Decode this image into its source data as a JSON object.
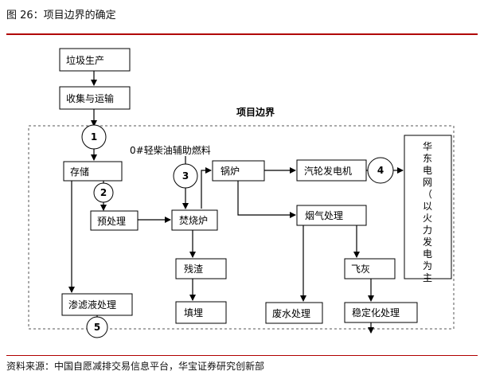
{
  "header": {
    "title": "图 26：项目边界的确定"
  },
  "footer": {
    "source": "资料来源：中国自愿减排交易信息平台，华宝证券研究创新部"
  },
  "diagram": {
    "boundary_label": "项目边界",
    "fuel_label": "0#轻柴油辅助燃料",
    "nodes": {
      "garbage": "垃圾生产",
      "collect": "收集与运输",
      "storage": "存储",
      "pretreat": "预处理",
      "incinerator": "焚烧炉",
      "boiler": "锅炉",
      "turbine": "汽轮发电机",
      "flue_gas": "烟气处理",
      "residue": "残渣",
      "fly_ash": "飞灰",
      "landfill": "填埋",
      "wastewater": "废水处理",
      "stabilize": "稳定化处理",
      "leachate": "渗滤液处理",
      "grid": "华东电网（以火力发电为主"
    },
    "markers": [
      "1",
      "2",
      "3",
      "4",
      "5"
    ]
  }
}
